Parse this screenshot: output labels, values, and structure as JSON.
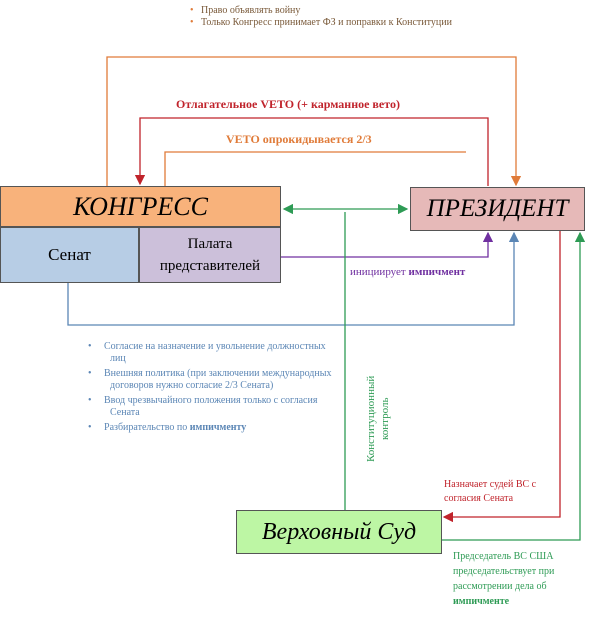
{
  "top_list": [
    "Право объявлять войну",
    "Только Конгресс принимает ФЗ и поправки к Конституции"
  ],
  "veto_delay": "Отлагательное VETO (+ карманное вето)",
  "veto_override": "VETO опрокидывается 2/3",
  "congress": "КОНГРЕСС",
  "senate": "Сенат",
  "house": "Палата представителей",
  "president": "ПРЕЗИДЕНТ",
  "impeach_prefix": "инициирует ",
  "impeach_bold": "импичмент",
  "senate_list": [
    "Согласие на назначение и увольнение должностных лиц",
    "Внешняя политика (при заключении международных договоров нужно согласие 2/3 Сената)",
    "Ввод чрезвычайного положения только с согласия Сената",
    "Разбирательство по "
  ],
  "senate_list_bold": "импичменту",
  "const_control": "Конституционный контроль",
  "judges": "Назначает судей ВС с согласия Сената",
  "court": "Верховный Суд",
  "chief_justice": "Председатель ВС США председательствует при рассмотрении дела об ",
  "chief_justice_bold": "импичменте",
  "colors": {
    "orange": "#e07b39",
    "red": "#c0232b",
    "green": "#2e9b55",
    "blue": "#5b86b5",
    "purple": "#7030a0"
  }
}
